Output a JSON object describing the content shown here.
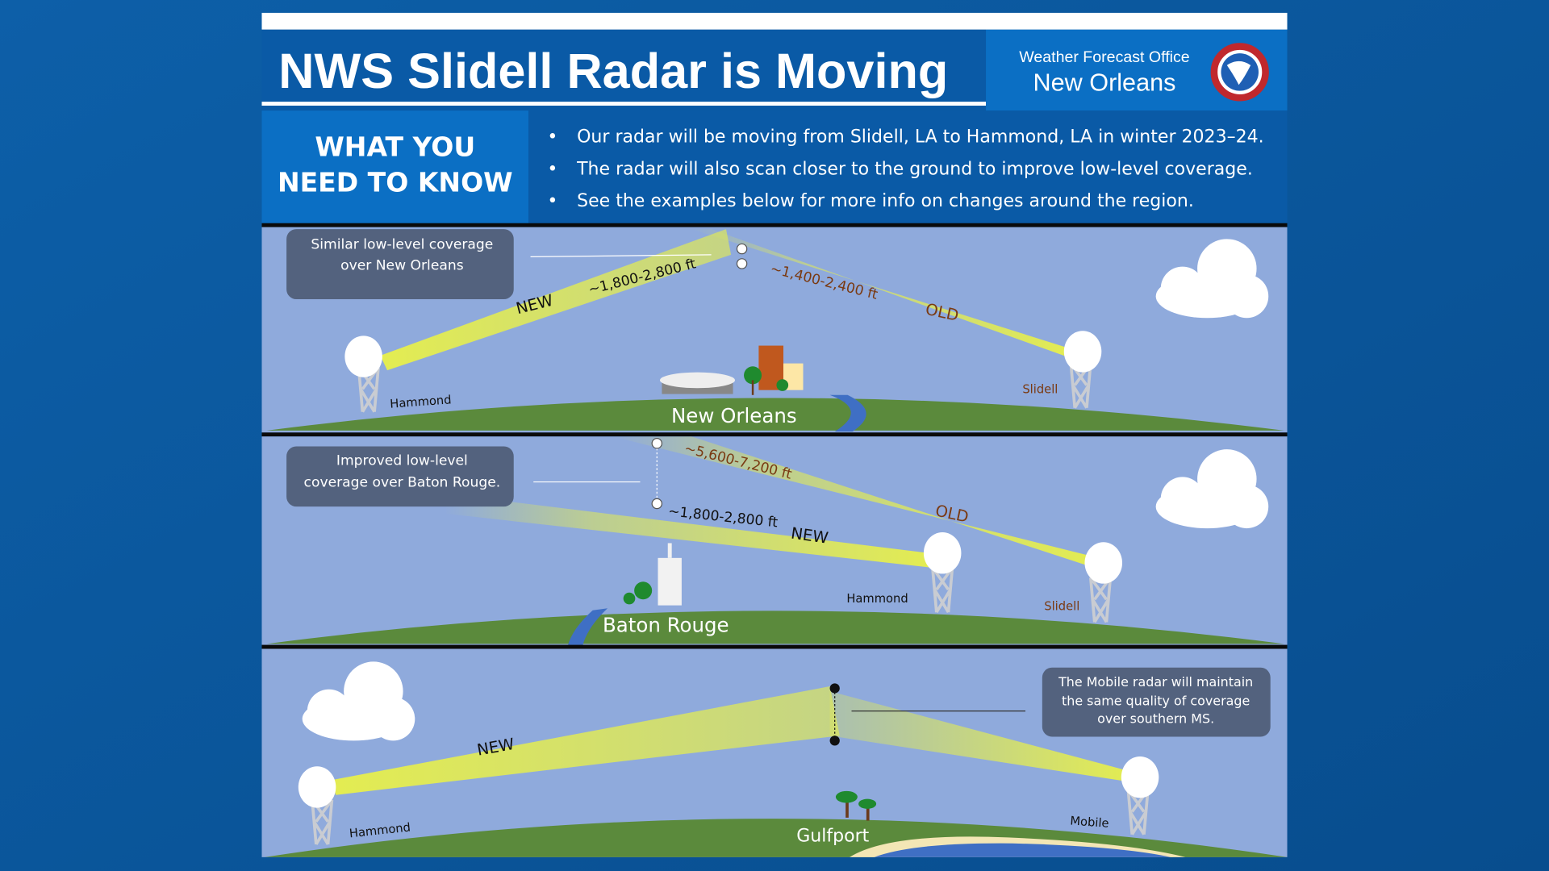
{
  "header": {
    "title": "NWS Slidell Radar is Moving",
    "office_line1": "Weather Forecast Office",
    "office_line2": "New Orleans",
    "logo": "nws-logo"
  },
  "know": {
    "heading_line1": "WHAT YOU",
    "heading_line2": "NEED TO KNOW",
    "bullets": [
      "Our radar will be moving from Slidell, LA to Hammond, LA in winter 2023–24.",
      "The radar will also scan closer to the ground to improve low-level coverage.",
      "See the examples below for more info on changes around the region."
    ]
  },
  "panels": [
    {
      "callout_line1": "Similar low-level coverage",
      "callout_line2": "over New Orleans",
      "new_label": "NEW",
      "old_label": "OLD",
      "new_height": "~1,800-2,800 ft",
      "old_height": "~1,400-2,400 ft",
      "city": "New Orleans",
      "left_site": "Hammond",
      "right_site": "Slidell"
    },
    {
      "callout_line1": "Improved low-level",
      "callout_line2": "coverage over Baton Rouge.",
      "new_label": "NEW",
      "old_label": "OLD",
      "old_height": "~5,600-7,200 ft",
      "new_height": "~1,800-2,800 ft",
      "city": "Baton Rouge",
      "left_site": "Hammond",
      "right_site": "Slidell"
    },
    {
      "callout_line1": "The Mobile radar will maintain",
      "callout_line2": "the same quality of coverage",
      "callout_line3": "over southern MS.",
      "new_label": "NEW",
      "city": "Gulfport",
      "left_site": "Hammond",
      "right_site": "Mobile"
    }
  ],
  "colors": {
    "background": "#0b5aa0",
    "title_band": "#0a5aa6",
    "accent_box": "#0b6fc4",
    "sky": "#8faadc",
    "ground": "#5b8a3c",
    "beam": "#e3ec4a",
    "callout": "#53627e"
  }
}
